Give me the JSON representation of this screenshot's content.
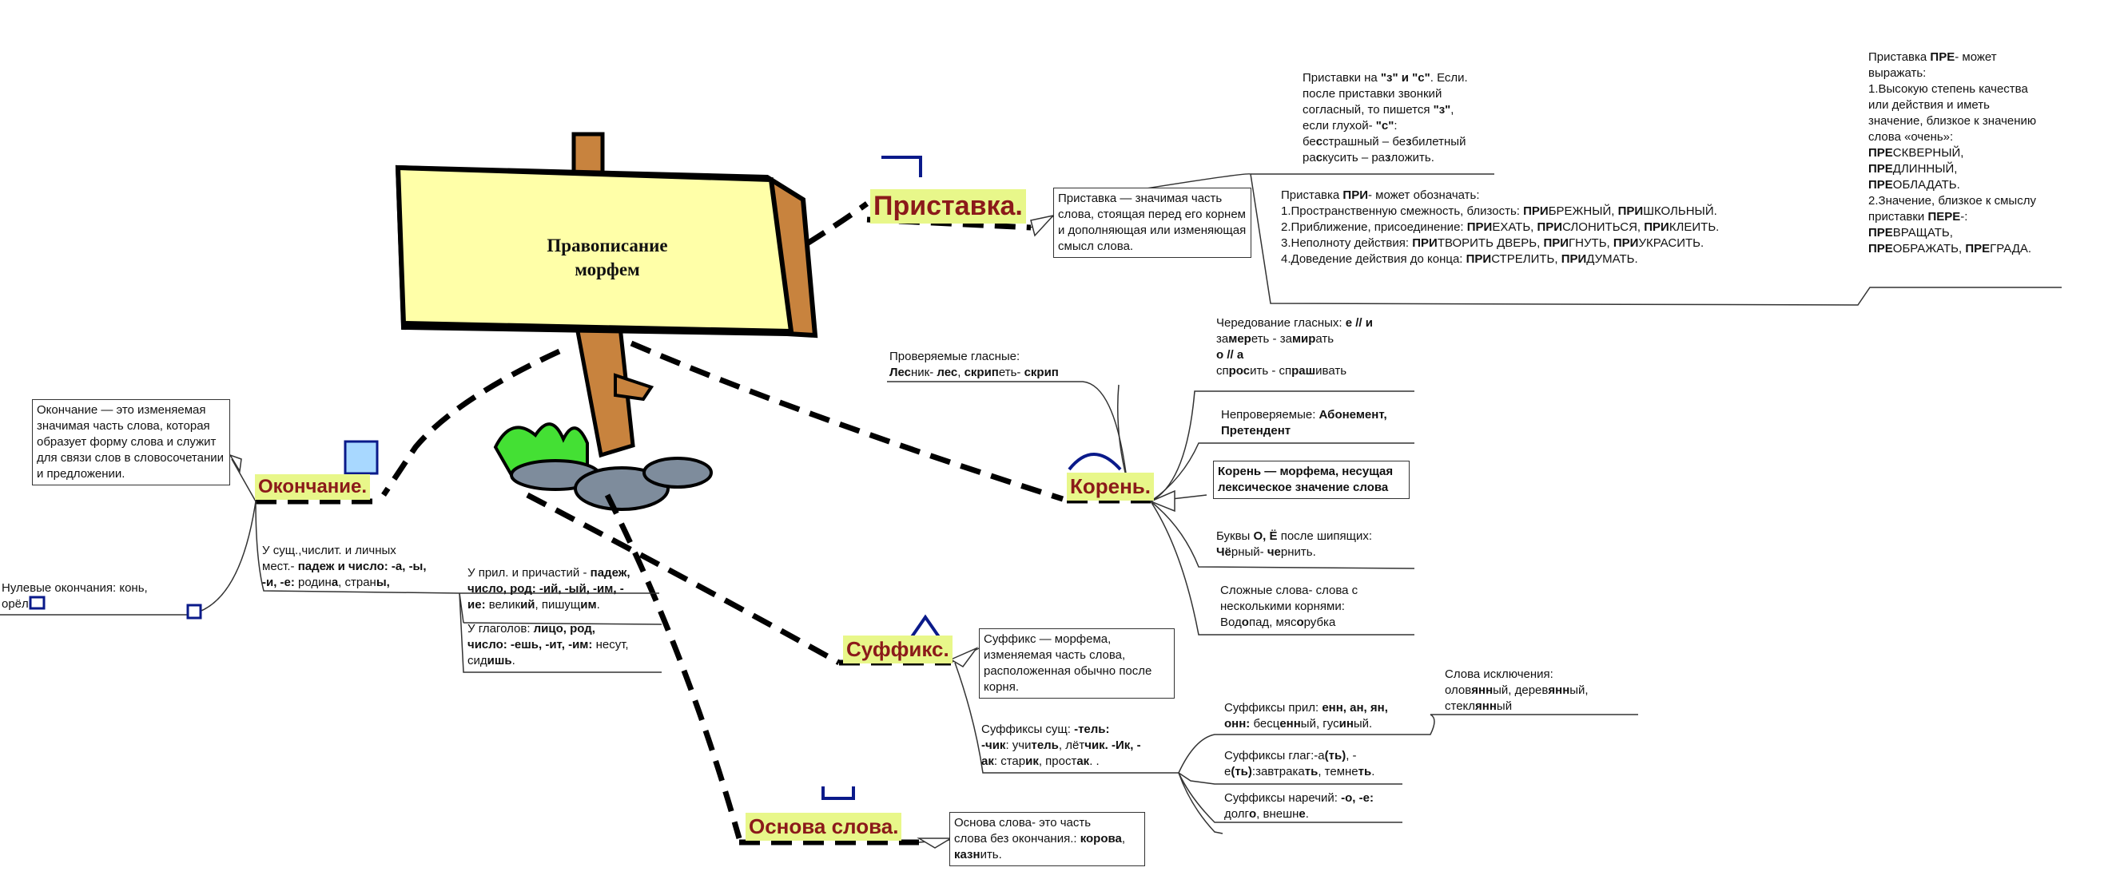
{
  "sign": {
    "title_line1": "Правописание",
    "title_line2": "морфем"
  },
  "labels": {
    "prefix": "Приставка.",
    "ending": "Окончание.",
    "root": "Корень.",
    "suffix": "Суффикс.",
    "stem": "Основа слова."
  },
  "prefix": {
    "definition": "Приставка — значимая часть слова, стоящая перед его корнем и дополняющая или изменяющая смысл слова.",
    "zs": {
      "l1a": "Приставки на ",
      "l1b": "\"з\" и \"с\"",
      "l1c": ". Если.",
      "l2": "после приставки звонкий",
      "l3a": "согласный, то пишется ",
      "l3b": "\"з\"",
      "l3c": ",",
      "l4a": "если глухой- ",
      "l4b": "\"с\"",
      "l4c": ":",
      "l5a": "бе",
      "l5b": "с",
      "l5c": "страшный – бе",
      "l5d": "з",
      "l5e": "билетный",
      "l6a": "ра",
      "l6b": "с",
      "l6c": "кусить – ра",
      "l6d": "з",
      "l6e": "ложить."
    },
    "pri": {
      "l1a": "Приставка ",
      "l1b": "ПРИ",
      "l1c": "- может обозначать:",
      "l2a": "1.Пространственную смежность, близость: ",
      "l2b": "ПРИ",
      "l2c": "БРЕЖНЫЙ, ",
      "l2d": "ПРИ",
      "l2e": "ШКОЛЬНЫЙ.",
      "l3a": "2.Приближение, присоединение: ",
      "l3b": "ПРИ",
      "l3c": "ЕХАТЬ, ",
      "l3d": "ПРИ",
      "l3e": "СЛОНИТЬСЯ, ",
      "l3f": "ПРИ",
      "l3g": "КЛЕИТЬ.",
      "l4a": "3.Неполноту действия: ",
      "l4b": "ПРИ",
      "l4c": "ТВОРИТЬ ДВЕРЬ, ",
      "l4d": "ПРИ",
      "l4e": "ГНУТЬ, ",
      "l4f": "ПРИ",
      "l4g": "УКРАСИТЬ.",
      "l5a": "4.Доведение действия до конца: ",
      "l5b": "ПРИ",
      "l5c": "СТРЕЛИТЬ, ",
      "l5d": "ПРИ",
      "l5e": "ДУМАТЬ."
    },
    "pre": {
      "l1a": "Приставка ",
      "l1b": "ПРЕ",
      "l1c": "- может",
      "l2": "выражать:",
      "l3": "1.Высокую степень качества",
      "l4": "или действия и иметь",
      "l5": "значение, близкое к значению",
      "l6": "слова «очень»:",
      "l7a": "ПРЕ",
      "l7b": "СКВЕРНЫЙ,",
      "l8a": "ПРЕ",
      "l8b": "ДЛИННЫЙ,",
      "l9a": "ПРЕ",
      "l9b": "ОБЛАДАТЬ.",
      "l10": "2.Значение, близкое к смыслу",
      "l11a": "приставки ",
      "l11b": "ПЕРЕ",
      "l11c": "-:",
      "l12a": "ПРЕ",
      "l12b": "ВРАЩАТЬ,",
      "l13a": "ПРЕ",
      "l13b": "ОБРАЖАТЬ, ",
      "l13c": "ПРЕ",
      "l13d": "ГРАДА."
    }
  },
  "ending": {
    "definition": "Окончание — это изменяемая значимая часть слова, которая образует форму слова и служит для связи слов в словосочетании и предложении.",
    "zero": {
      "l1": "Нулевые окончания: конь,",
      "l2": "орёл"
    },
    "nouns": {
      "l1": "У сущ.,числит. и личных",
      "l2a": "мест.- ",
      "l2b": "падеж и число: -а, -ы,",
      "l3a": "-и, -е:",
      "l3b": " родин",
      "l3c": "а",
      "l3d": ", стран",
      "l3e": "ы",
      "l3f": ","
    },
    "adj": {
      "l1a": "У прил. и причастий - ",
      "l1b": "падеж,",
      "l2": "число, род: -ий, -ый, -им, -",
      "l3a": "ие:",
      "l3b": " велик",
      "l3c": "ий",
      "l3d": ", пишущ",
      "l3e": "им",
      "l3f": "."
    },
    "verbs": {
      "l1a": "У глаголов: ",
      "l1b": "лицо, род,",
      "l2a": "число: -ешь, -ит, -им:",
      "l2b": " несут,",
      "l3a": "сид",
      "l3b": "ишь",
      "l3c": "."
    }
  },
  "root": {
    "definition": "Корень — морфема, несущая лексическое значение слова",
    "checked": {
      "l1": "Проверяемые гласные:",
      "l2a": "Лес",
      "l2b": "ник- ",
      "l2c": "лес",
      "l2d": ", ",
      "l2e": "скрип",
      "l2f": "еть- ",
      "l2g": "скрип"
    },
    "alternation": {
      "l1a": "Чередование гласных: ",
      "l1b": "е // и",
      "l2a": "за",
      "l2b": "мер",
      "l2c": "еть - за",
      "l2d": "мир",
      "l2e": "ать",
      "l3": "о // а",
      "l4a": "сп",
      "l4b": "рос",
      "l4c": "ить - сп",
      "l4d": "раш",
      "l4e": "ивать"
    },
    "unchecked": {
      "l1a": "Непроверяемые: ",
      "l1b": "Абонемент,",
      "l2": "Претендент"
    },
    "letters": {
      "l1a": "Буквы ",
      "l1b": "О, Ё",
      "l1c": " после шипящих:",
      "l2a": "Чё",
      "l2b": "рный- ",
      "l2c": "че",
      "l2d": "рнить."
    },
    "compound": {
      "l1": "Сложные слова- слова с",
      "l2": "несколькими корнями:",
      "l3a": "Вод",
      "l3b": "о",
      "l3c": "пад",
      "l3d": ", ",
      "l3e": "мяс",
      "l3f": "о",
      "l3g": "рубка"
    }
  },
  "suffix": {
    "definition": "Суффикс — морфема, изменяемая часть слова, расположенная обычно после корня.",
    "nouns": {
      "l1a": "Суффиксы сущ: ",
      "l1b": "-тель:",
      "l2a": "-чик",
      "l2b": ": учи",
      "l2c": "тель",
      "l2d": ", лёт",
      "l2e": "чик",
      "l2f": ". -Ик, -",
      "l3a": "ак",
      "l3b": ": стар",
      "l3c": "ик",
      "l3d": ", прост",
      "l3e": "ак",
      "l3f": ". ."
    },
    "adj": {
      "l1a": "Суффиксы прил: ",
      "l1b": "енн, ан, ян,",
      "l2a": "онн:",
      "l2b": " бесц",
      "l2c": "енн",
      "l2d": "ый, гус",
      "l2e": "ин",
      "l2f": "ый."
    },
    "exceptions": {
      "l1": "Слова исключения:",
      "l2a": "олов",
      "l2b": "янн",
      "l2c": "ый, дерев",
      "l2d": "янн",
      "l2e": "ый,",
      "l3a": "стекл",
      "l3b": "янн",
      "l3c": "ый"
    },
    "verbs": {
      "l1a": "Суффиксы глаг:-а",
      "l1b": "(ть)",
      "l1c": ", -",
      "l2a": "е",
      "l2b": "(ть)",
      "l2c": ":завтрака",
      "l2d": "ть",
      "l2e": ", темне",
      "l2f": "ть",
      "l2g": "."
    },
    "adverbs": {
      "l1a": "Суффиксы наречий: ",
      "l1b": "-о, -е:",
      "l2a": "долг",
      "l2b": "о",
      "l2c": ", внешн",
      "l2d": "е",
      "l2e": "."
    }
  },
  "stem": {
    "definition": {
      "l1": "Основа слова- это часть",
      "l2a": "слова без окончания.: ",
      "l2b": "корова",
      "l2c": ",",
      "l3a": "казн",
      "l3b": "ить."
    }
  }
}
